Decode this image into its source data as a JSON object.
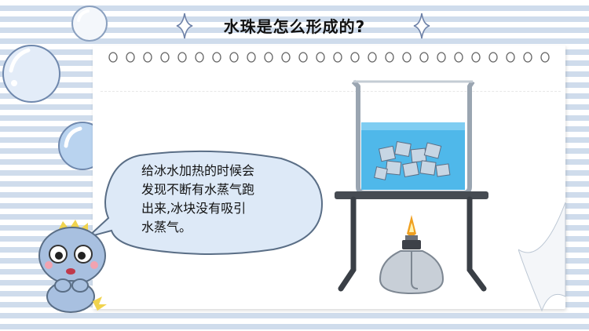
{
  "title": "水珠是怎么形成的?",
  "speech": {
    "lines": [
      "给冰水加热的时候会",
      "发现不断有水蒸气跑",
      "出来,冰块没有吸引",
      "水蒸气。"
    ]
  },
  "colors": {
    "stripe": "#cfdcec",
    "speech_fill": "#dde9f7",
    "speech_border": "#5a6e86",
    "water": "#4fb8ea",
    "mascot": "#a8c0e0",
    "sparkle": "#6e82a8"
  },
  "icons": [
    "sparkle-icon",
    "bubble-icon",
    "beaker-icon",
    "stand-icon",
    "burner-icon",
    "mascot-icon",
    "page-curl-icon"
  ]
}
